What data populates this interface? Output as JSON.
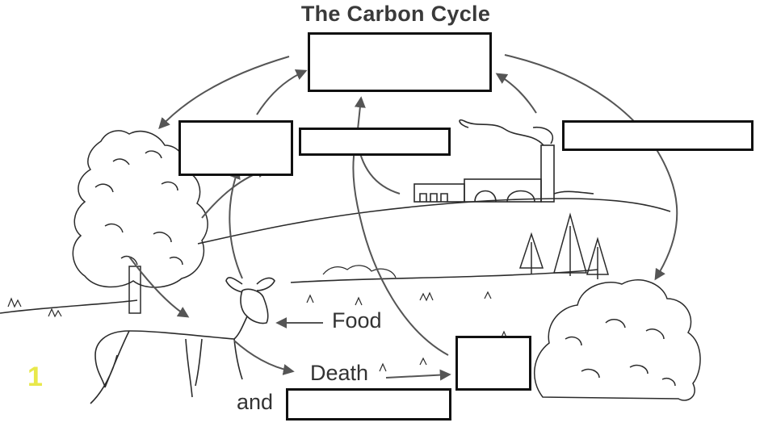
{
  "title": "The Carbon Cycle",
  "labels": {
    "food": "Food",
    "death": "Death",
    "and": "and",
    "page_number": "1"
  },
  "answer_boxes": [
    {
      "name": "blank-atmosphere",
      "value": ""
    },
    {
      "name": "blank-photosynthesis",
      "value": ""
    },
    {
      "name": "blank-respiration",
      "value": ""
    },
    {
      "name": "blank-combustion",
      "value": ""
    },
    {
      "name": "blank-decay",
      "value": ""
    },
    {
      "name": "blank-decomposers",
      "value": ""
    }
  ],
  "colors": {
    "line": "#2b2b2b",
    "arrow": "#555555",
    "box_border": "#111111",
    "page_number": "#e8e84a"
  }
}
